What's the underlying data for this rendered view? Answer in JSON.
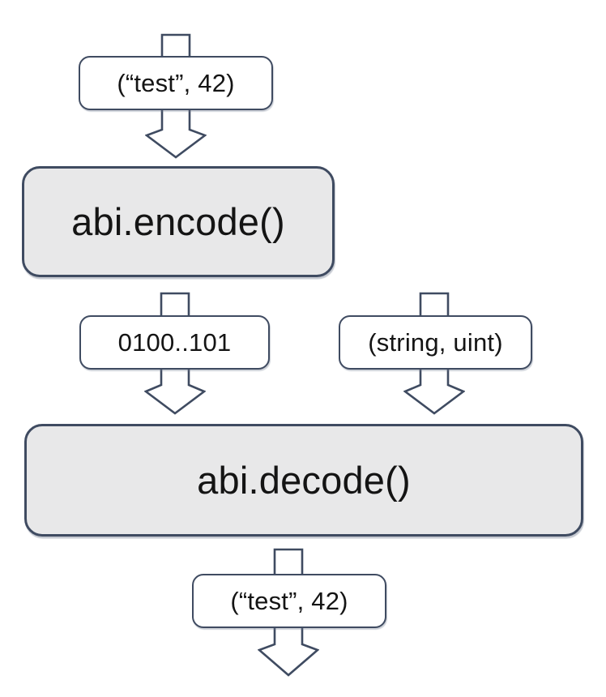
{
  "diagram": {
    "description": "ABI encode and decode data flow",
    "colors": {
      "background": "#ffffff",
      "stroke": "#3f4b61",
      "process_fill": "#e8e8e9",
      "label_fill": "#ffffff",
      "text": "#141414"
    },
    "nodes": {
      "input_tuple": {
        "text": "(“test”, 42)"
      },
      "encode": {
        "text": "abi.encode()"
      },
      "encoded_bytes": {
        "text": "0100..101"
      },
      "types_tuple": {
        "text": "(string, uint)"
      },
      "decode": {
        "text": "abi.decode()"
      },
      "output_tuple": {
        "text": "(“test”, 42)"
      }
    },
    "connectors": [
      {
        "name": "arrow-into-input-tuple",
        "direction": "down"
      },
      {
        "name": "arrow-encode-to-encoded-bytes",
        "direction": "down"
      },
      {
        "name": "arrow-types-into-decode",
        "direction": "down"
      },
      {
        "name": "arrow-decode-to-output-tuple",
        "direction": "down"
      }
    ]
  }
}
